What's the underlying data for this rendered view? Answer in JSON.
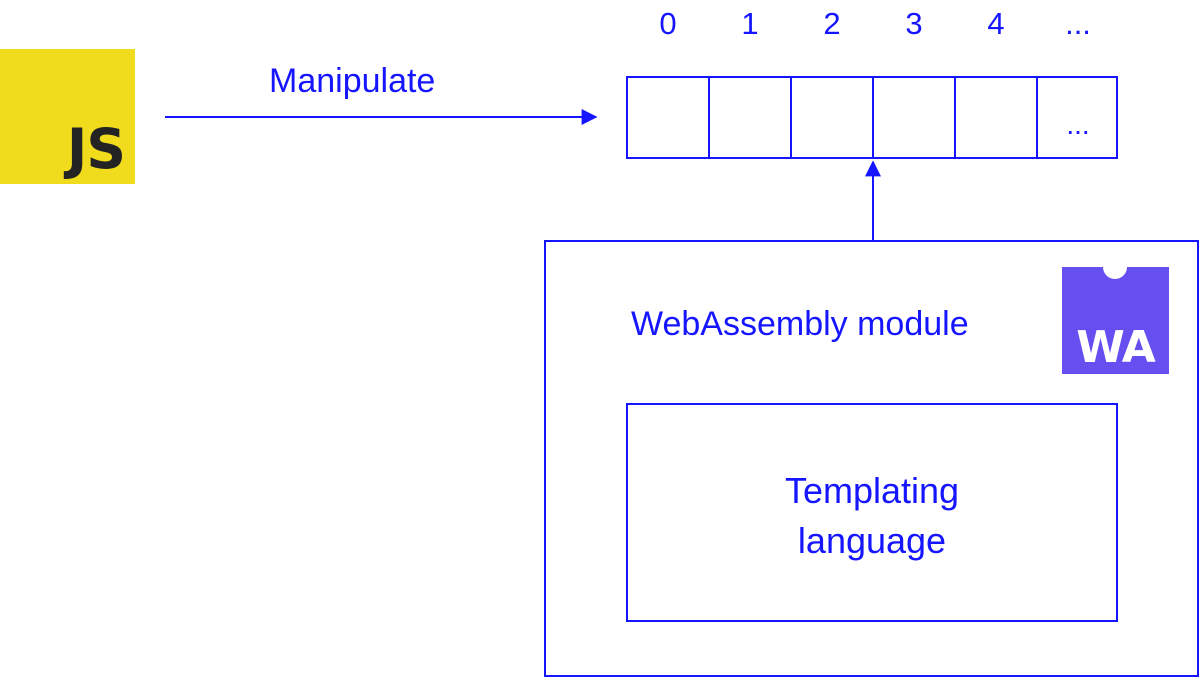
{
  "diagram": {
    "js_logo_text": "JS",
    "arrow_label": "Manipulate",
    "array_indices": [
      "0",
      "1",
      "2",
      "3",
      "4",
      "..."
    ],
    "array_last_cell_text": "...",
    "module_title": "WebAssembly module",
    "wa_logo_text": "WA",
    "inner_box_text": [
      "Templating",
      "language"
    ]
  },
  "colors": {
    "diagram_blue": "#1515ff",
    "js_yellow": "#f0db1d",
    "js_text": "#232323",
    "wa_purple": "#654ff0",
    "background": "#ffffff"
  }
}
